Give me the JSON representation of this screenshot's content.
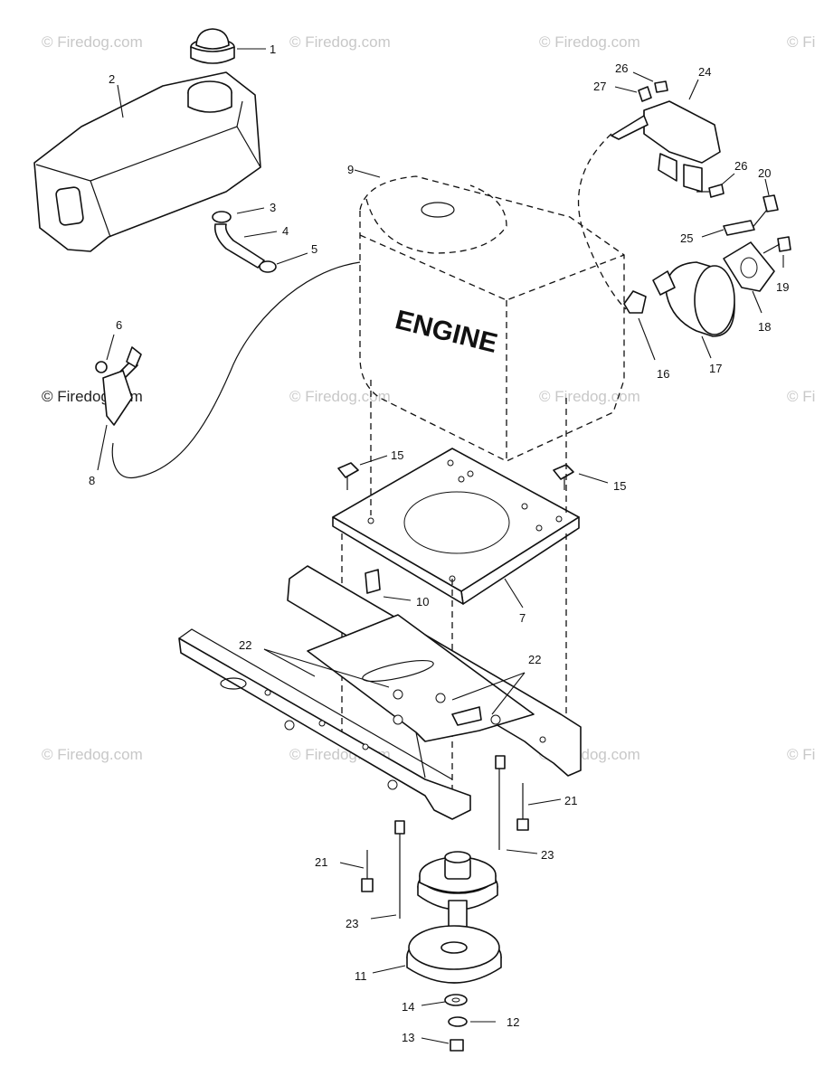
{
  "engine_label": "ENGINE",
  "watermarks": [
    "© Firedog.com",
    "© Firedog.com",
    "© Firedog.com",
    "© Fi",
    "© Firedog.com",
    "© Firedog.com",
    "© Firedog.com",
    "© Fi",
    "© Firedog.com",
    "© Firedog.com",
    "© Firedog.com",
    "© Fi"
  ],
  "callouts": {
    "c1": "1",
    "c2": "2",
    "c3": "3",
    "c4": "4",
    "c5": "5",
    "c6": "6",
    "c7": "7",
    "c8": "8",
    "c9": "9",
    "c10": "10",
    "c11": "11",
    "c12": "12",
    "c13": "13",
    "c14": "14",
    "c15a": "15",
    "c15b": "15",
    "c16": "16",
    "c17": "17",
    "c18": "18",
    "c19": "19",
    "c20": "20",
    "c21a": "21",
    "c21b": "21",
    "c22a": "22",
    "c22b": "22",
    "c23a": "23",
    "c23b": "23",
    "c24": "24",
    "c25": "25",
    "c26a": "26",
    "c26b": "26",
    "c27": "27"
  }
}
